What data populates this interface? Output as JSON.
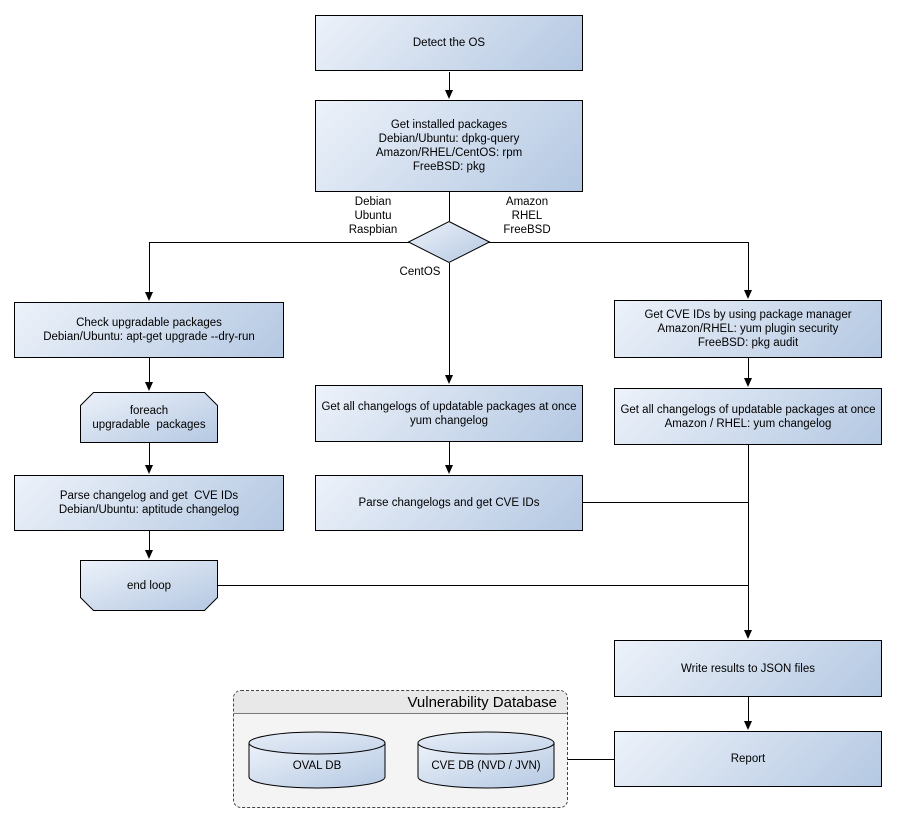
{
  "colors": {
    "node_gradient_start": "#EDF2FA",
    "node_gradient_end": "#B4C8E2",
    "node_border": "#000000",
    "line_color": "#000000",
    "container_fill": "#F4F4F4",
    "container_title_fill": "#E8E8E8",
    "container_border": "#444444"
  },
  "nodes": {
    "detect_os": {
      "lines": [
        "Detect the OS"
      ]
    },
    "get_installed": {
      "lines": [
        "Get installed packages",
        "Debian/Ubuntu: dpkg-query",
        "Amazon/RHEL/CentOS: rpm",
        "FreeBSD: pkg"
      ]
    },
    "check_upgradable": {
      "lines": [
        "Check upgradable packages",
        "Debian/Ubuntu: apt-get upgrade --dry-run"
      ]
    },
    "foreach_loop": {
      "lines": [
        "foreach",
        "upgradable  packages"
      ]
    },
    "parse_changelog_left": {
      "lines": [
        "Parse changelog and get  CVE IDs",
        "Debian/Ubuntu: aptitude changelog"
      ]
    },
    "end_loop": {
      "lines": [
        "end loop"
      ]
    },
    "get_changelogs_centos": {
      "lines": [
        "Get all changelogs of updatable packages at once",
        "yum changelog"
      ]
    },
    "parse_changelogs_centos": {
      "lines": [
        "Parse changelogs and get CVE IDs"
      ]
    },
    "get_cve_ids_pkg_mgr": {
      "lines": [
        "Get CVE IDs by using package manager",
        "Amazon/RHEL: yum plugin security",
        "FreeBSD: pkg audit"
      ]
    },
    "get_changelogs_amazon": {
      "lines": [
        "Get all changelogs of updatable packages at once",
        "Amazon / RHEL: yum changelog"
      ]
    },
    "write_results": {
      "lines": [
        "Write results to JSON files"
      ]
    },
    "report": {
      "lines": [
        "Report"
      ]
    }
  },
  "branch_labels": {
    "left": [
      "Debian",
      "Ubuntu",
      "Raspbian"
    ],
    "right": [
      "Amazon",
      "RHEL",
      "FreeBSD"
    ],
    "bottom": [
      "CentOS"
    ]
  },
  "database": {
    "title": "Vulnerability Database",
    "cylinders": [
      {
        "label": "OVAL DB"
      },
      {
        "label": "CVE DB (NVD / JVN)"
      }
    ]
  }
}
